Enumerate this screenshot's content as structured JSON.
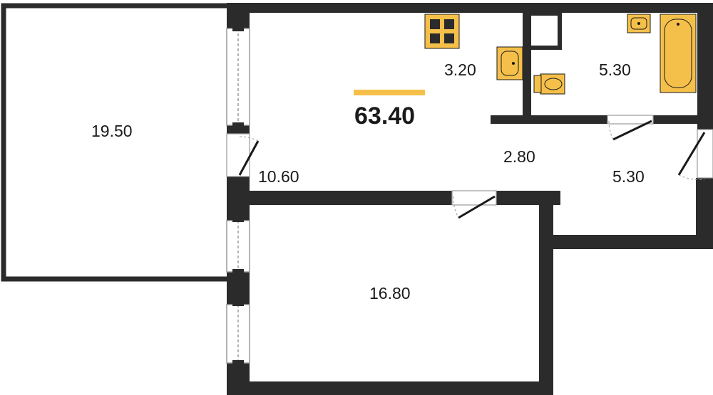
{
  "plan": {
    "total_area": "63.40",
    "rooms": {
      "balcony": "19.50",
      "kitchen_living": "10.60",
      "kitchen_nook": "3.20",
      "bathroom": "5.30",
      "corridor": "2.80",
      "hall": "5.30",
      "bedroom": "16.80"
    }
  },
  "colors": {
    "wall": "#2b2b2b",
    "accent": "#f5c04a",
    "fixture_stroke": "#1a1a1a",
    "window_stroke": "#9a9a9a"
  }
}
